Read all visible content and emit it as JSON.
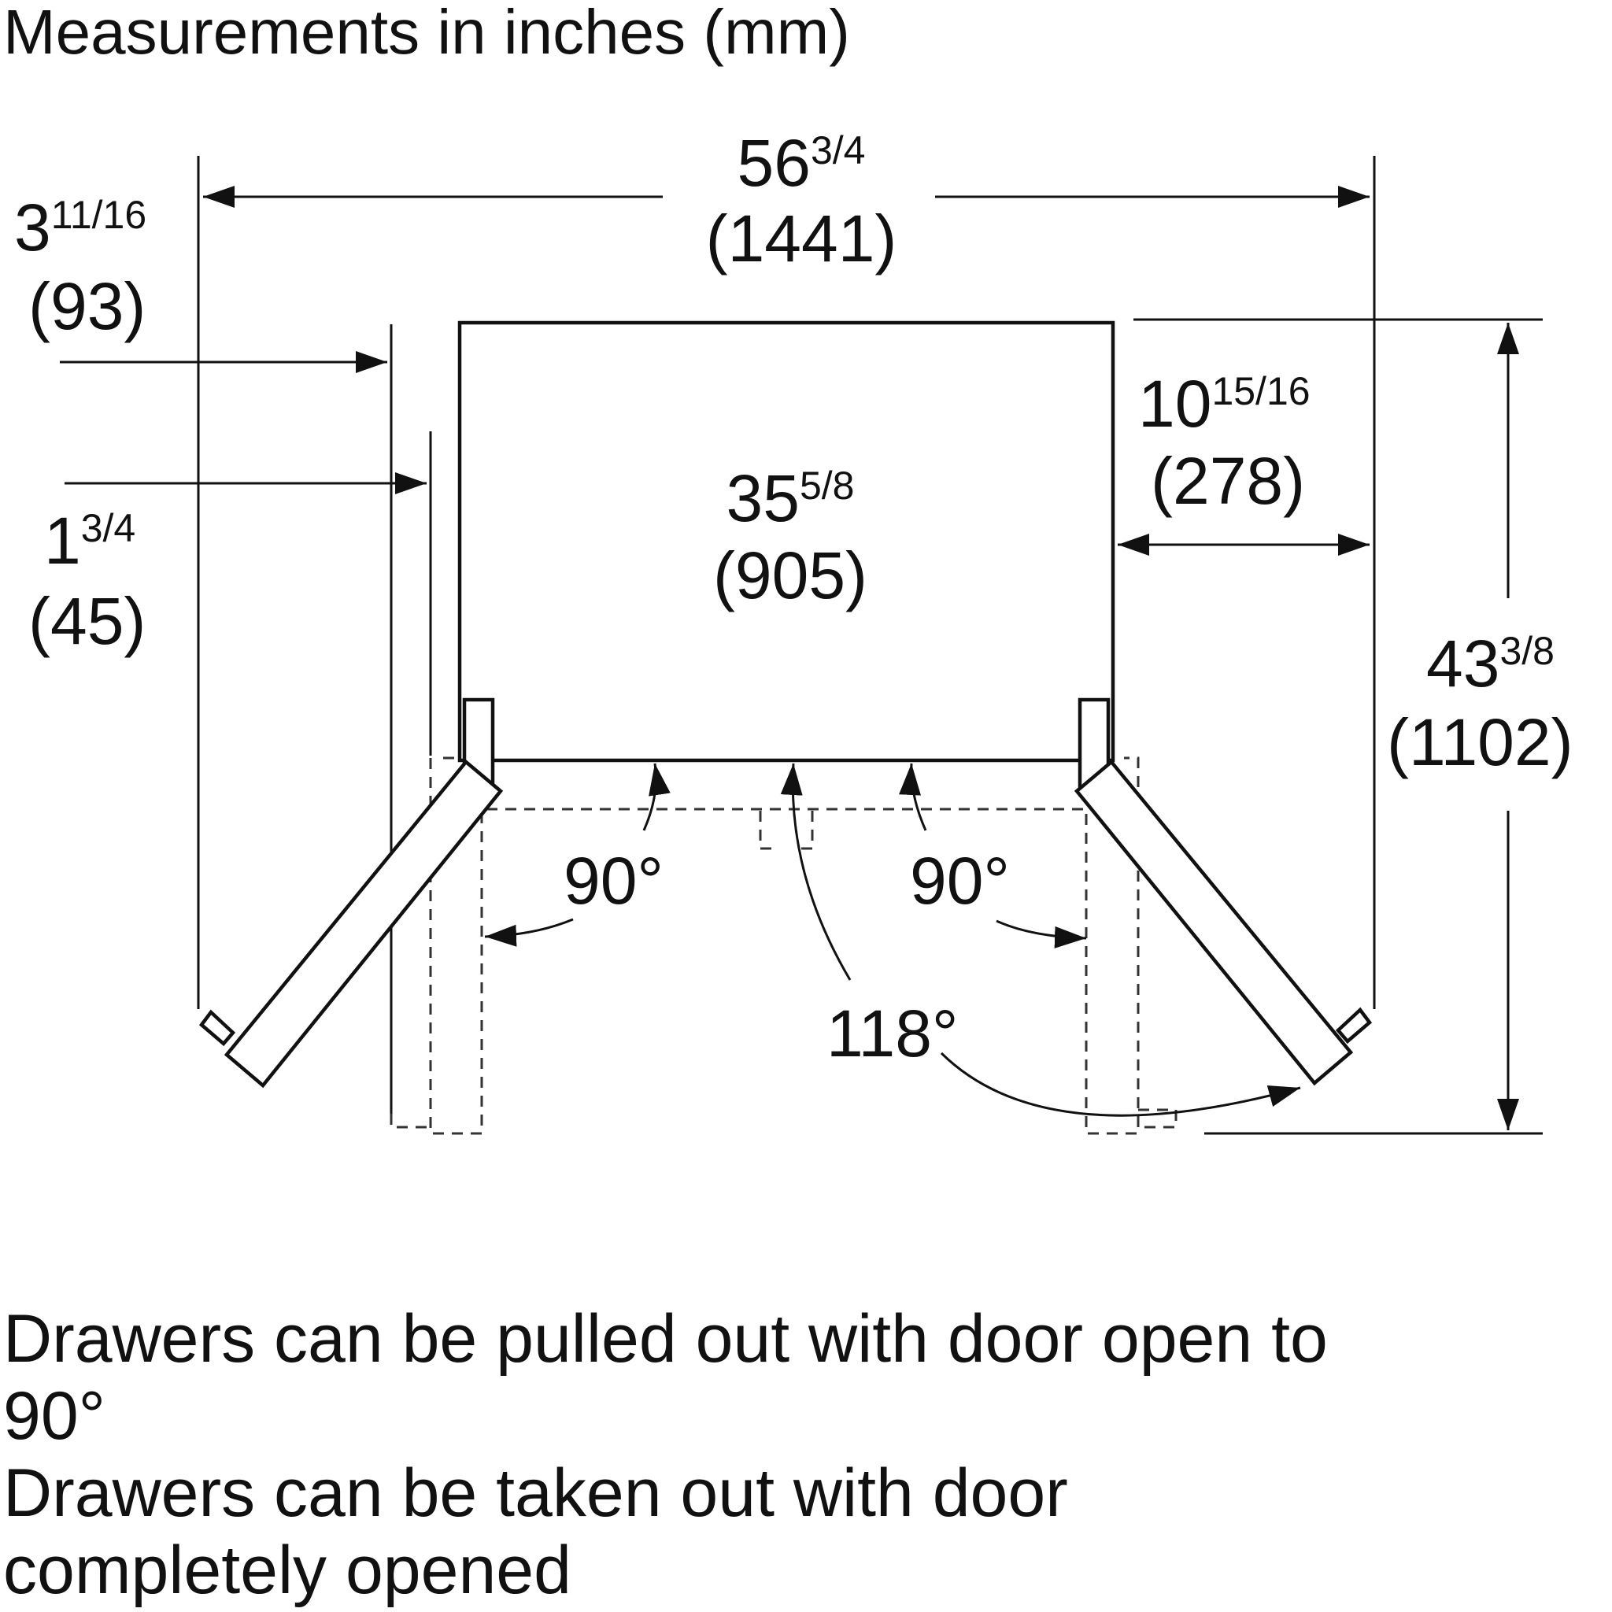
{
  "title": "Measurements in inches (mm)",
  "dimensions": {
    "overall_width": {
      "whole": "56",
      "frac": "3/4",
      "mm": "(1441)"
    },
    "left_clearance": {
      "whole": "3",
      "frac": "11/16",
      "mm": "(93)"
    },
    "door_offset": {
      "whole": "1",
      "frac": "3/4",
      "mm": "(45)"
    },
    "cabinet_width": {
      "whole": "35",
      "frac": "5/8",
      "mm": "(905)"
    },
    "right_clearance": {
      "whole": "10",
      "frac": "15/16",
      "mm": "(278)"
    },
    "overall_depth": {
      "whole": "43",
      "frac": "3/8",
      "mm": "(1102)"
    }
  },
  "angles": {
    "left_door": "90°",
    "right_door": "90°",
    "full_open": "118°"
  },
  "notes": [
    "Drawers can be pulled out with door open to",
    "90°",
    "Drawers can be taken out with door",
    "completely opened"
  ],
  "colors": {
    "line": "#111111",
    "background": "#ffffff"
  }
}
